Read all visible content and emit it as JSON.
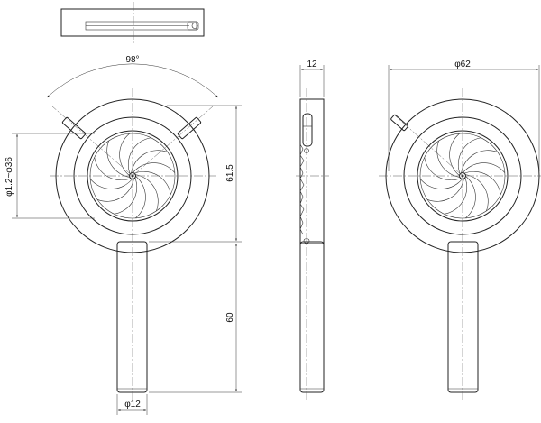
{
  "dimensions": {
    "angle": "98°",
    "aperture_range": "φ1.2~φ36",
    "ring_height": "61.5",
    "handle_length": "60",
    "handle_diameter": "φ12",
    "side_thickness": "12",
    "outer_diameter": "φ62"
  },
  "views": [
    "top-view",
    "front-view",
    "side-view",
    "rear-view"
  ],
  "iris_blades": 12,
  "colors": {
    "line": "#222222",
    "background": "#ffffff"
  }
}
